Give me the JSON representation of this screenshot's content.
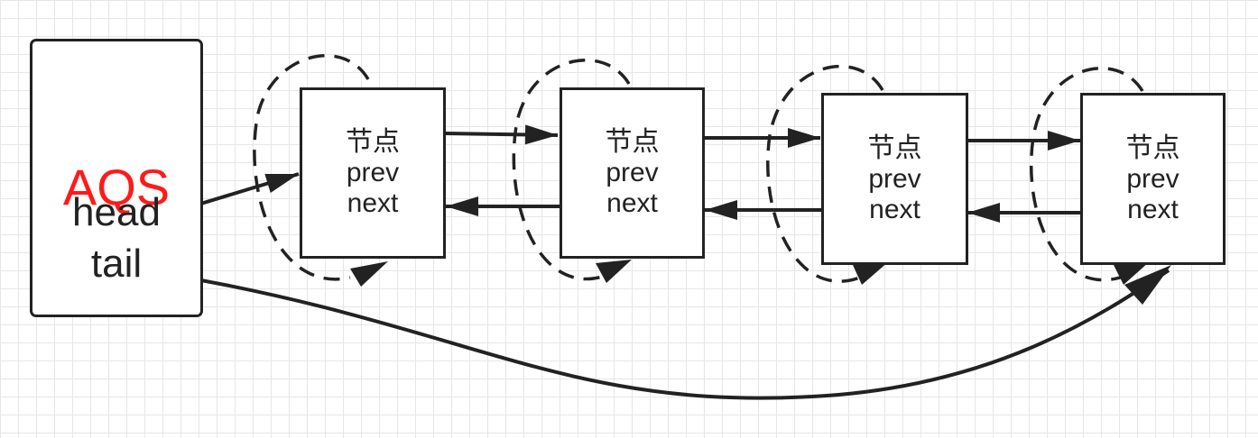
{
  "aqs": {
    "title": "AQS",
    "head_label": "head",
    "tail_label": "tail",
    "title_color": "#ff1a1a"
  },
  "nodes": [
    {
      "label": "节点",
      "prev": "prev",
      "next": "next"
    },
    {
      "label": "节点",
      "prev": "prev",
      "next": "next"
    },
    {
      "label": "节点",
      "prev": "prev",
      "next": "next"
    },
    {
      "label": "节点",
      "prev": "prev",
      "next": "next"
    }
  ],
  "colors": {
    "stroke": "#222222",
    "grid": "#e6e6e6"
  }
}
